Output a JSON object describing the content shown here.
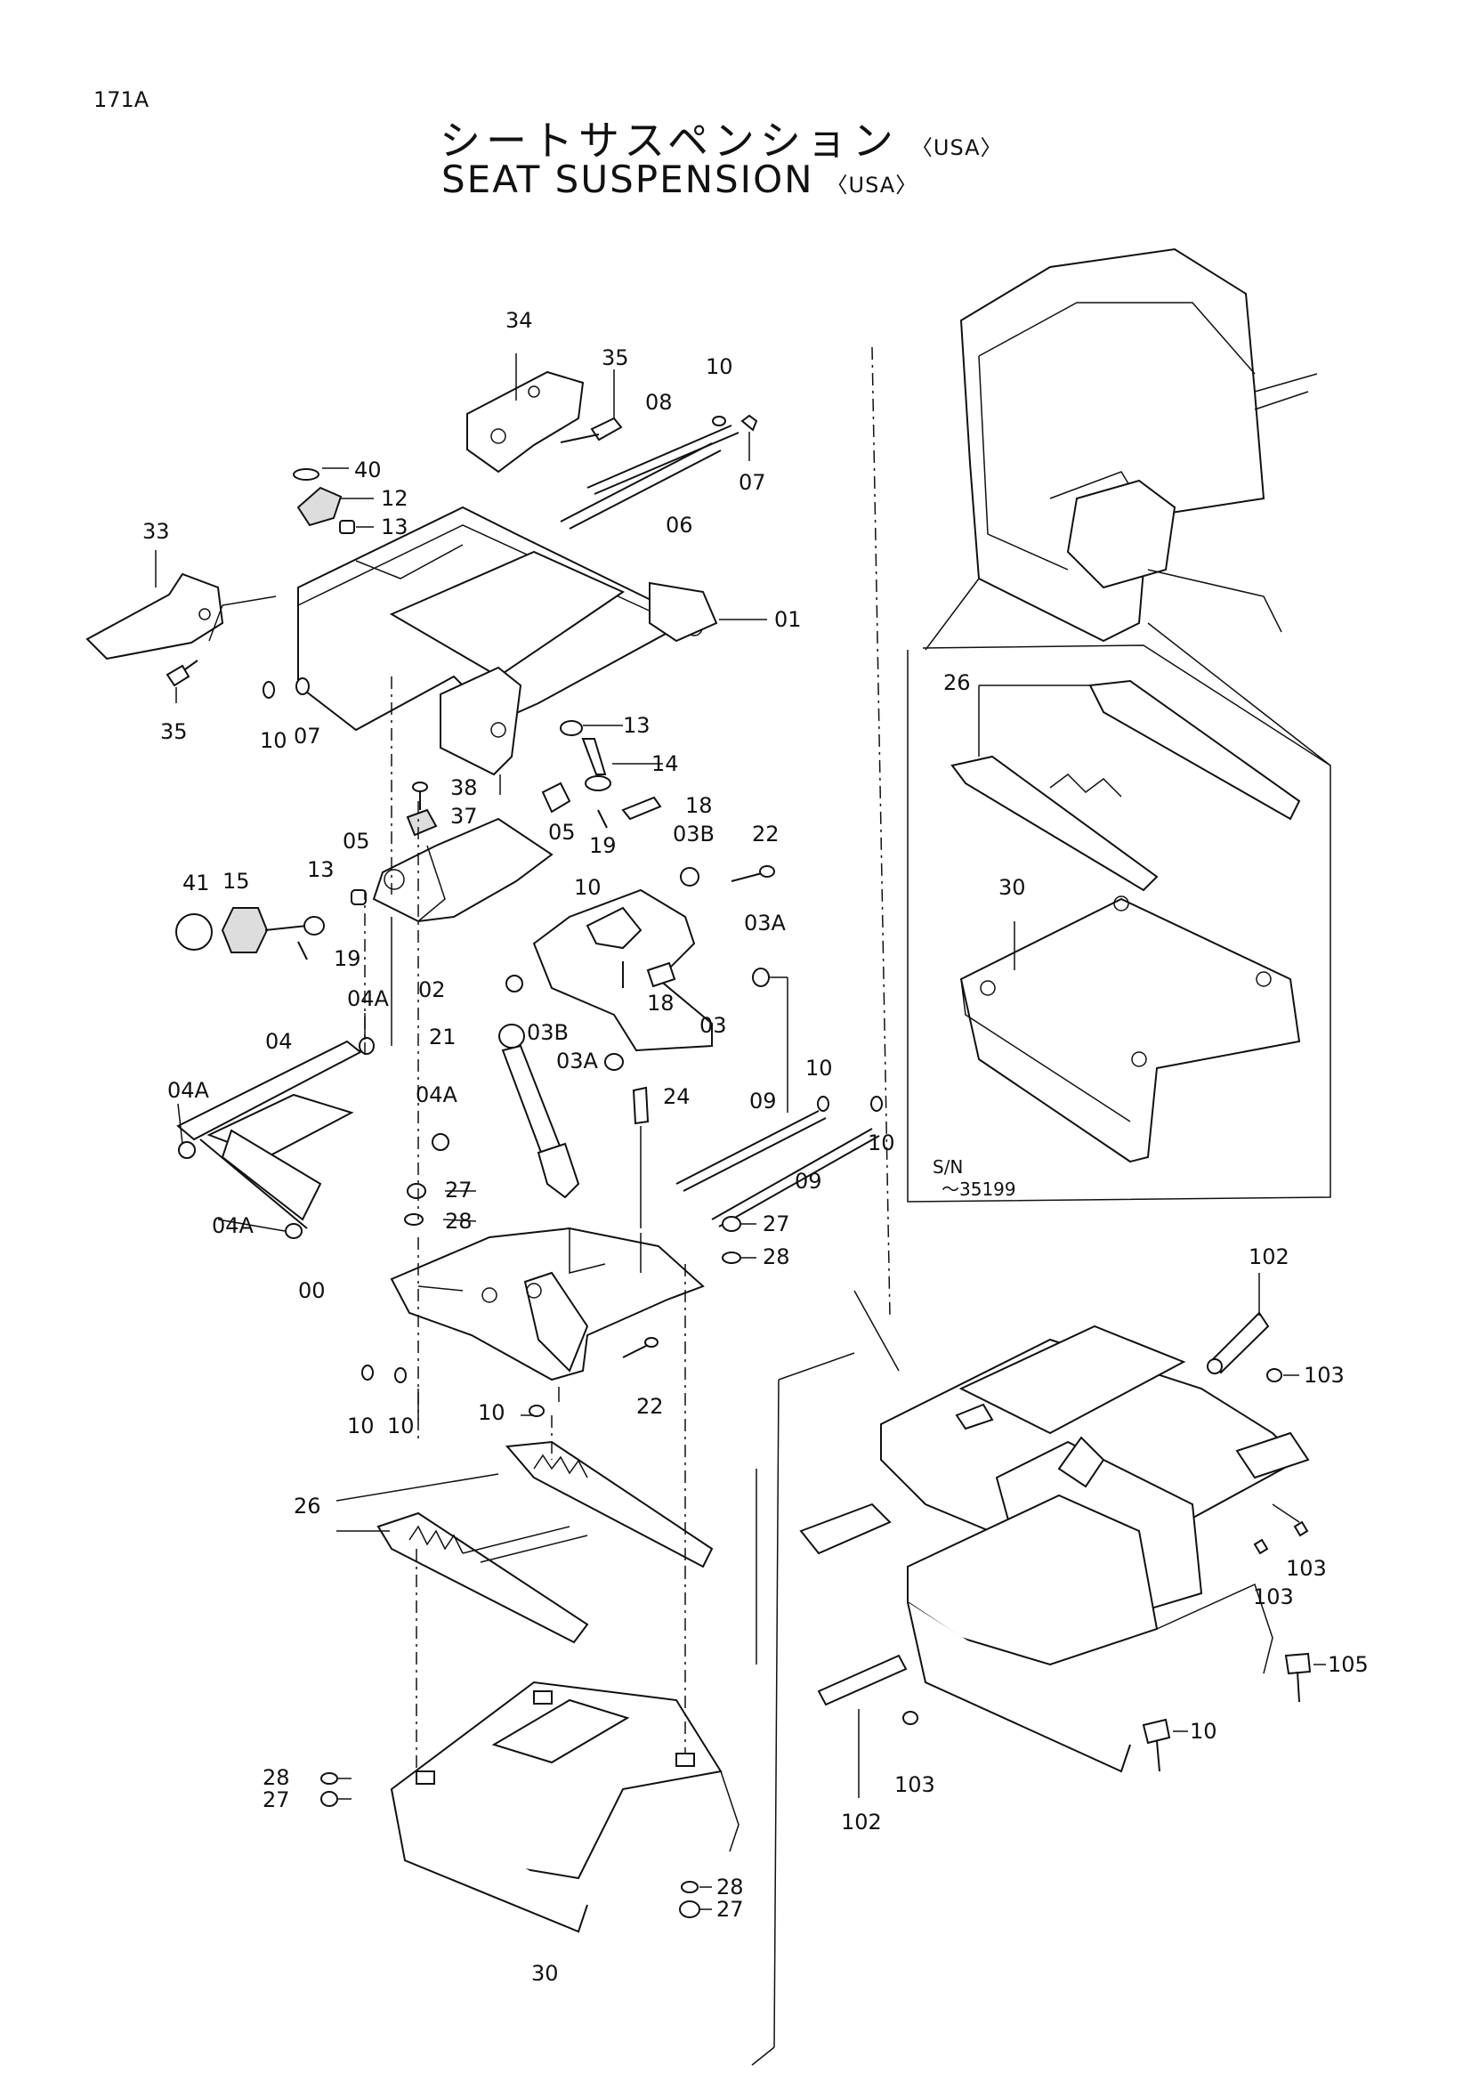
{
  "header": {
    "page_id": "171A",
    "title_jp": "シートサスペンション",
    "title_en": "SEAT SUSPENSION",
    "region_tag": "〈USA〉"
  },
  "labels": [
    {
      "id": "34a",
      "text": "34"
    },
    {
      "id": "35a",
      "text": "35"
    },
    {
      "id": "10a",
      "text": "10"
    },
    {
      "id": "08a",
      "text": "08"
    },
    {
      "id": "07a",
      "text": "07"
    },
    {
      "id": "06a",
      "text": "06"
    },
    {
      "id": "40a",
      "text": "40"
    },
    {
      "id": "12a",
      "text": "12"
    },
    {
      "id": "13a",
      "text": "13"
    },
    {
      "id": "33a",
      "text": "33"
    },
    {
      "id": "01a",
      "text": "01"
    },
    {
      "id": "35b",
      "text": "35"
    },
    {
      "id": "10b",
      "text": "10"
    },
    {
      "id": "07b",
      "text": "07"
    },
    {
      "id": "13b",
      "text": "13"
    },
    {
      "id": "14a",
      "text": "14"
    },
    {
      "id": "38a",
      "text": "38"
    },
    {
      "id": "37a",
      "text": "37"
    },
    {
      "id": "05a",
      "text": "05"
    },
    {
      "id": "05b",
      "text": "05"
    },
    {
      "id": "18a",
      "text": "18"
    },
    {
      "id": "19a",
      "text": "19"
    },
    {
      "id": "03Ba",
      "text": "03B"
    },
    {
      "id": "22a",
      "text": "22"
    },
    {
      "id": "41a",
      "text": "41"
    },
    {
      "id": "15a",
      "text": "15"
    },
    {
      "id": "13c",
      "text": "13"
    },
    {
      "id": "10c",
      "text": "10"
    },
    {
      "id": "03Aa",
      "text": "03A"
    },
    {
      "id": "19b",
      "text": "19"
    },
    {
      "id": "02a",
      "text": "02"
    },
    {
      "id": "18b",
      "text": "18"
    },
    {
      "id": "04Aa",
      "text": "04A"
    },
    {
      "id": "21a",
      "text": "21"
    },
    {
      "id": "03Bb",
      "text": "03B"
    },
    {
      "id": "03a",
      "text": "03"
    },
    {
      "id": "04a",
      "text": "04"
    },
    {
      "id": "03Ab",
      "text": "03A"
    },
    {
      "id": "10d",
      "text": "10"
    },
    {
      "id": "04Ab",
      "text": "04A"
    },
    {
      "id": "04Ac",
      "text": "04A"
    },
    {
      "id": "24a",
      "text": "24"
    },
    {
      "id": "09a",
      "text": "09"
    },
    {
      "id": "10e",
      "text": "10"
    },
    {
      "id": "09b",
      "text": "09"
    },
    {
      "id": "27a",
      "text": "27"
    },
    {
      "id": "04Ad",
      "text": "04A"
    },
    {
      "id": "28a",
      "text": "28"
    },
    {
      "id": "27b",
      "text": "27"
    },
    {
      "id": "28b",
      "text": "28"
    },
    {
      "id": "00a",
      "text": "00"
    },
    {
      "id": "10f",
      "text": "10"
    },
    {
      "id": "10g",
      "text": "10"
    },
    {
      "id": "22b",
      "text": "22"
    },
    {
      "id": "10h",
      "text": "10"
    },
    {
      "id": "26a",
      "text": "26"
    },
    {
      "id": "28c",
      "text": "28"
    },
    {
      "id": "27c",
      "text": "27"
    },
    {
      "id": "28d",
      "text": "28"
    },
    {
      "id": "27d",
      "text": "27"
    },
    {
      "id": "30a",
      "text": "30"
    },
    {
      "id": "26b",
      "text": "26"
    },
    {
      "id": "30b",
      "text": "30"
    },
    {
      "id": "102a",
      "text": "102"
    },
    {
      "id": "103a",
      "text": "103"
    },
    {
      "id": "103b",
      "text": "103"
    },
    {
      "id": "103c",
      "text": "103"
    },
    {
      "id": "105a",
      "text": "105"
    },
    {
      "id": "10i",
      "text": "10"
    },
    {
      "id": "103d",
      "text": "103"
    },
    {
      "id": "102b",
      "text": "102"
    }
  ],
  "serial_note": {
    "line1": "S/N",
    "line2": "～35199"
  }
}
